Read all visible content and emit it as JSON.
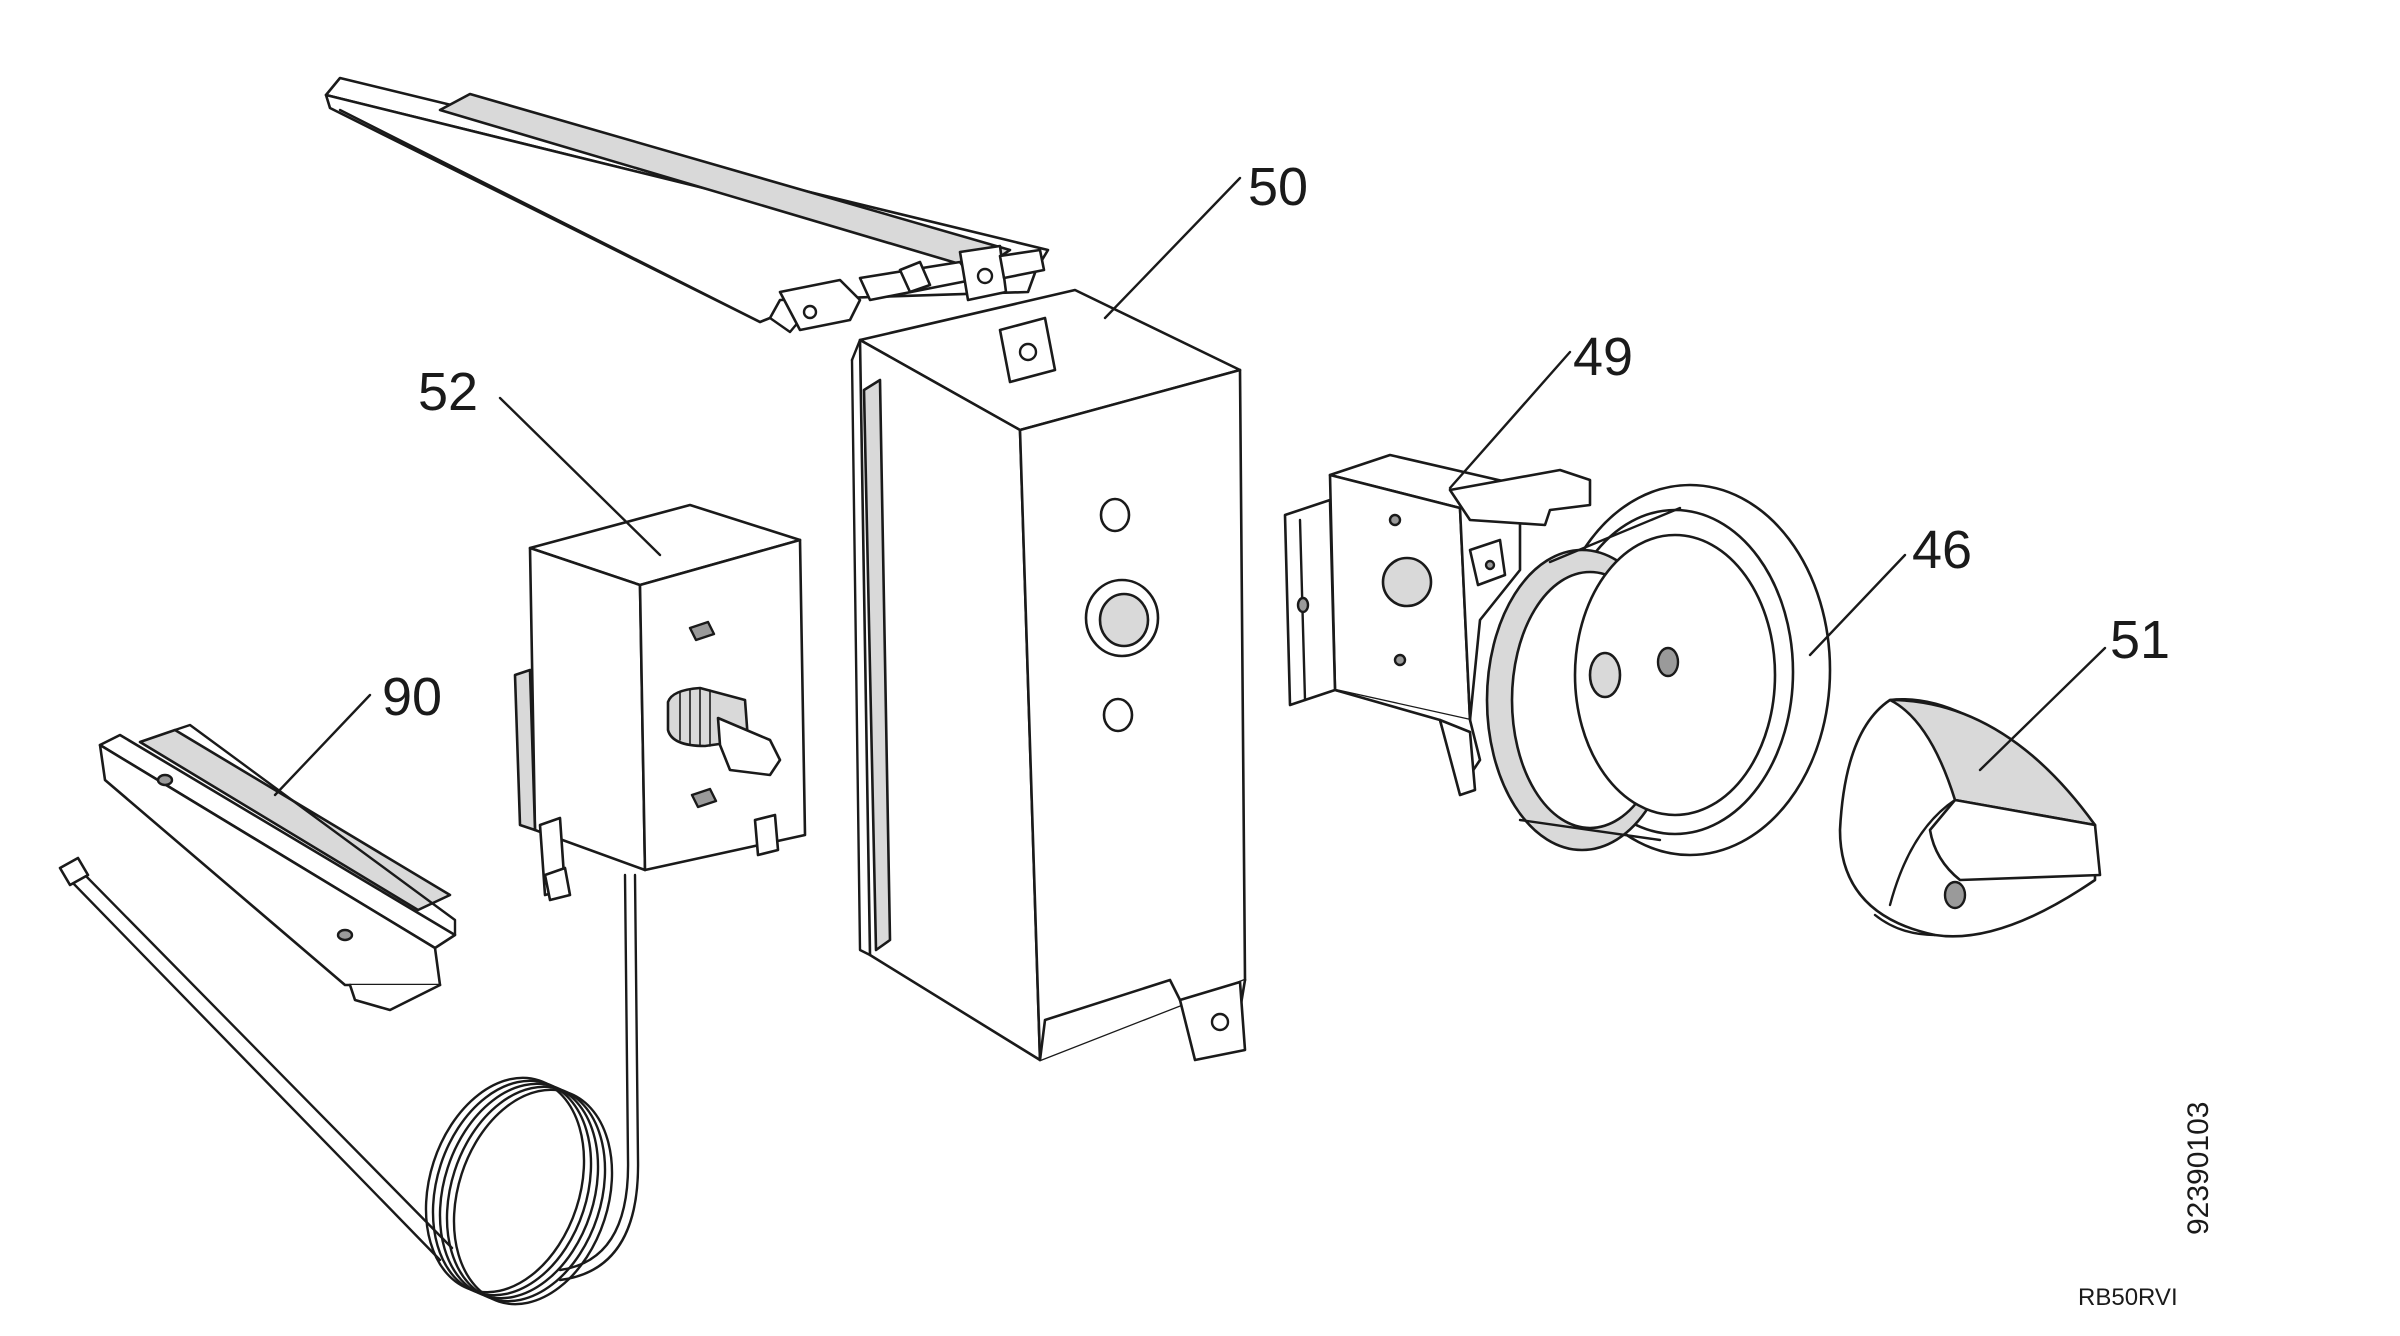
{
  "diagram": {
    "callouts": {
      "c50": "50",
      "c49": "49",
      "c52": "52",
      "c46": "46",
      "c51": "51",
      "c90": "90"
    },
    "drawing_number": "92390103",
    "model_code": "RB50RVI"
  }
}
